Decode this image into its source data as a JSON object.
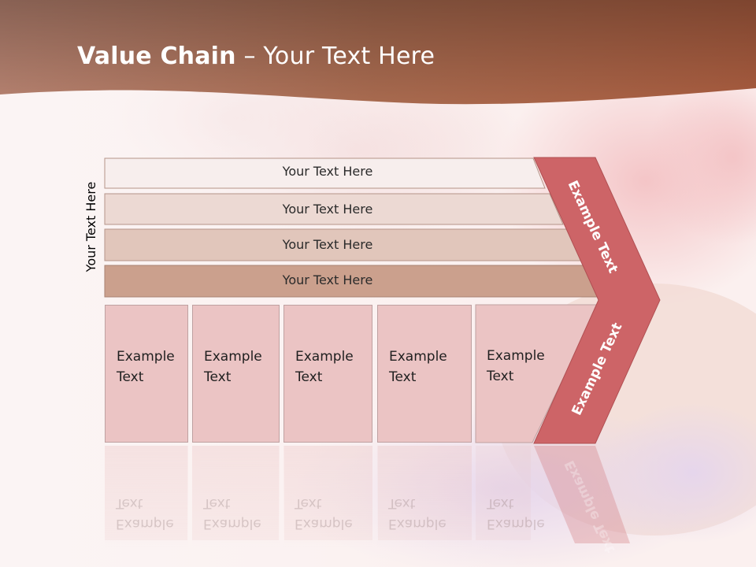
{
  "title": {
    "bold": "Value Chain",
    "rest": " – Your Text Here"
  },
  "side_label": "Your Text Here",
  "rows": [
    "Your Text Here",
    "Your Text Here",
    "Your Text Here",
    "Your Text Here"
  ],
  "boxes": [
    {
      "line1": "Example",
      "line2": "Text"
    },
    {
      "line1": "Example",
      "line2": "Text"
    },
    {
      "line1": "Example",
      "line2": "Text"
    },
    {
      "line1": "Example",
      "line2": "Text"
    },
    {
      "line1": "Example",
      "line2": "Text"
    }
  ],
  "chevron": {
    "upper": "Example Text",
    "lower": "Example Text"
  },
  "colors": {
    "header": "#a8664a",
    "chevron": "#cd6467",
    "box": "#ebc4c4",
    "row1": "#f7eeed",
    "row2": "#ecd9d3",
    "row3": "#e1c6bb",
    "row4": "#cba08d"
  }
}
